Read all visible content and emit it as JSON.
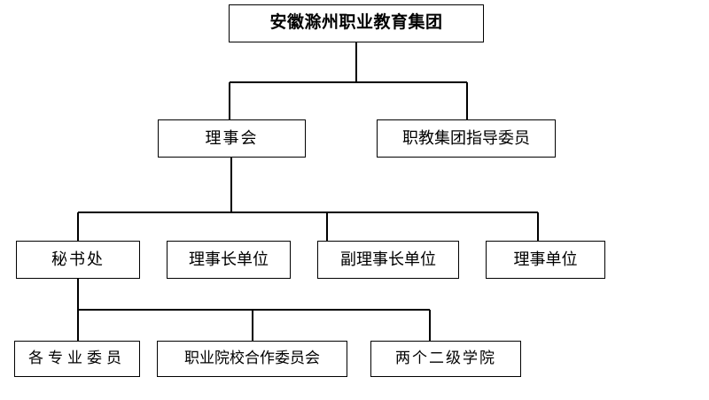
{
  "diagram": {
    "type": "organizational-chart",
    "title_node": "安徽滁州职业教育集团",
    "line_color": "#000000",
    "box_border_color": "#000000",
    "background_color": "#ffffff",
    "levels": [
      {
        "level": 1,
        "nodes": [
          {
            "id": "root",
            "label": "安徽滁州职业教育集团"
          }
        ]
      },
      {
        "level": 2,
        "nodes": [
          {
            "id": "council",
            "label": "理事会"
          },
          {
            "id": "guidance",
            "label": "职教集团指导委员"
          }
        ]
      },
      {
        "level": 3,
        "nodes": [
          {
            "id": "secretariat",
            "label": "秘书处"
          },
          {
            "id": "chair_unit",
            "label": "理事长单位"
          },
          {
            "id": "vice_chair_unit",
            "label": "副理事长单位"
          },
          {
            "id": "director_unit",
            "label": "理事单位"
          }
        ]
      },
      {
        "level": 4,
        "nodes": [
          {
            "id": "specialty_committees",
            "label": "各专业委员"
          },
          {
            "id": "school_enterprise",
            "label": "职业院校合作委员会"
          },
          {
            "id": "two_colleges",
            "label": "两个二级学院"
          }
        ]
      }
    ],
    "edges": [
      {
        "from": "root",
        "to": "council"
      },
      {
        "from": "root",
        "to": "guidance"
      },
      {
        "from": "council",
        "to": "secretariat"
      },
      {
        "from": "council",
        "to": "chair_unit"
      },
      {
        "from": "council",
        "to": "vice_chair_unit"
      },
      {
        "from": "council",
        "to": "director_unit"
      },
      {
        "from": "secretariat",
        "to": "specialty_committees"
      },
      {
        "from": "secretariat",
        "to": "school_enterprise"
      },
      {
        "from": "secretariat",
        "to": "two_colleges"
      }
    ]
  }
}
